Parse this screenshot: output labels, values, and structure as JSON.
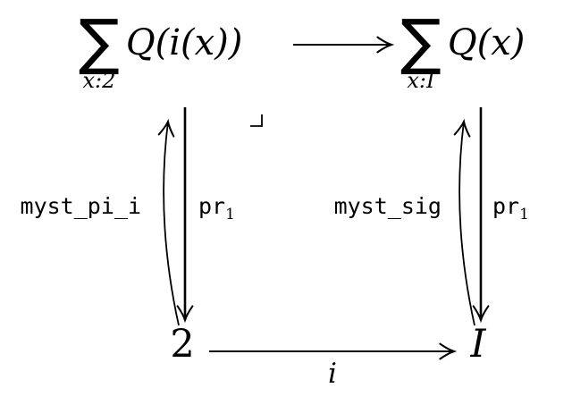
{
  "diagram": {
    "colors": {
      "background": "#ffffff",
      "ink": "#000000"
    },
    "sigma_symbol": "∑",
    "pullback_marker": "⌟",
    "nodes": {
      "top_left": {
        "binder": "x:2",
        "expression": "Q(i(x))"
      },
      "top_right": {
        "binder": "x:I",
        "expression": "Q(x)"
      },
      "bottom_left": {
        "label": "2"
      },
      "bottom_right": {
        "label": "I"
      }
    },
    "arrows": {
      "top": {
        "from": "top_left",
        "to": "top_right",
        "label": ""
      },
      "bottom": {
        "from": "bottom_left",
        "to": "bottom_right",
        "label": "i"
      },
      "left_up": {
        "direction": "up",
        "label": "myst_pi_i"
      },
      "left_down": {
        "direction": "down",
        "label": "pr",
        "label_subscript": "1"
      },
      "right_up": {
        "direction": "up",
        "label": "myst_sig"
      },
      "right_down": {
        "direction": "down",
        "label": "pr",
        "label_subscript": "1"
      }
    }
  }
}
